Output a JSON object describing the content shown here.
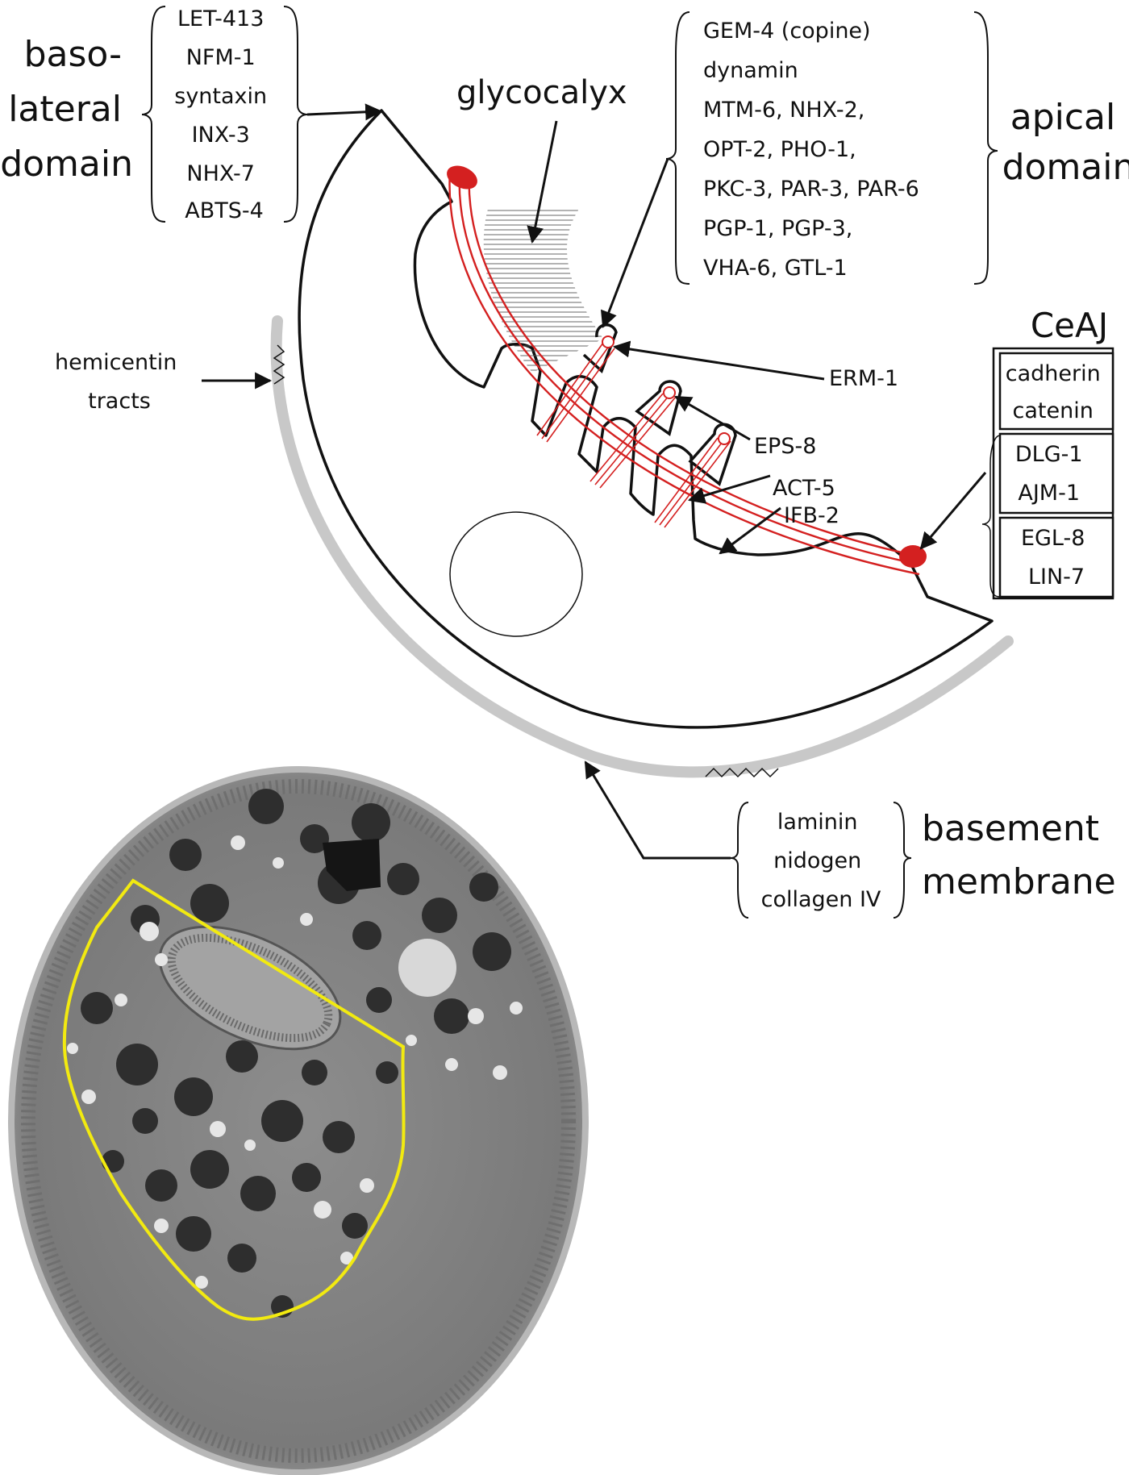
{
  "basolateral": {
    "title": [
      "baso-",
      "lateral",
      "domain"
    ],
    "proteins": [
      "LET-413",
      "NFM-1",
      "syntaxin",
      "INX-3",
      "NHX-7",
      "ABTS-4"
    ]
  },
  "glycocalyx": {
    "label": "glycocalyx"
  },
  "apical": {
    "title": [
      "apical",
      "domain"
    ],
    "proteins": [
      "GEM-4 (copine)",
      "dynamin",
      "MTM-6, NHX-2,",
      "OPT-2, PHO-1,",
      "PKC-3, PAR-3, PAR-6",
      "PGP-1, PGP-3,",
      "VHA-6, GTL-1"
    ]
  },
  "hemicentin": {
    "label": [
      "hemicentin",
      "tracts"
    ]
  },
  "microvilli_labels": [
    "ERM-1",
    "EPS-8",
    "ACT-5",
    "IFB-2"
  ],
  "ceaj": {
    "title": "CeAJ",
    "boxes": [
      [
        "cadherin",
        "catenin"
      ],
      [
        "DLG-1",
        "AJM-1"
      ],
      [
        "EGL-8",
        "LIN-7"
      ]
    ]
  },
  "basement": {
    "title": [
      "basement",
      "membrane"
    ],
    "proteins": [
      "laminin",
      "nidogen",
      "collagen IV"
    ]
  },
  "colors": {
    "cell_outline": "#111111",
    "cytoskeleton": "#d42020",
    "basement_membrane": "#c8c8c8",
    "region_outline": "#f2ea10",
    "micrograph_bg": "#8a8a8a"
  }
}
